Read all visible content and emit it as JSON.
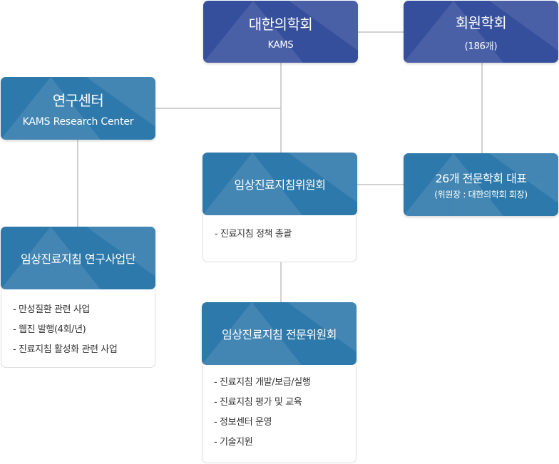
{
  "nodes": {
    "kams": {
      "title": "대한의학회",
      "subtitle": "KAMS"
    },
    "member": {
      "title": "회원학회",
      "subtitle": "(186개)"
    },
    "research": {
      "title": "연구센터",
      "subtitle": "KAMS Research Center"
    },
    "committee": {
      "title": "임상진료지침위원회",
      "items": [
        "- 진료지침 정책 총괄"
      ]
    },
    "rep": {
      "title": "26개 전문학회 대표",
      "subtitle": "(위원장 : 대한의학회 회장)"
    },
    "project": {
      "title": "임상진료지침 연구사업단",
      "items": [
        "- 만성질환 관련 사업",
        "- 웹진 발행(4회/년)",
        "- 진료지침 활성화 관련 사업"
      ]
    },
    "expert": {
      "title": "임상진료지침 전문위원회",
      "items": [
        "- 진료지침 개발/보급/실행",
        "- 진료지침 평가 및 교육",
        "- 정보센터 운영",
        "- 기술지원"
      ]
    }
  },
  "colors": {
    "dark_blue": "#354f9d",
    "mid_blue": "#2e79ab",
    "connector": "#b8b8b8",
    "card_border": "#dcdcdc"
  }
}
